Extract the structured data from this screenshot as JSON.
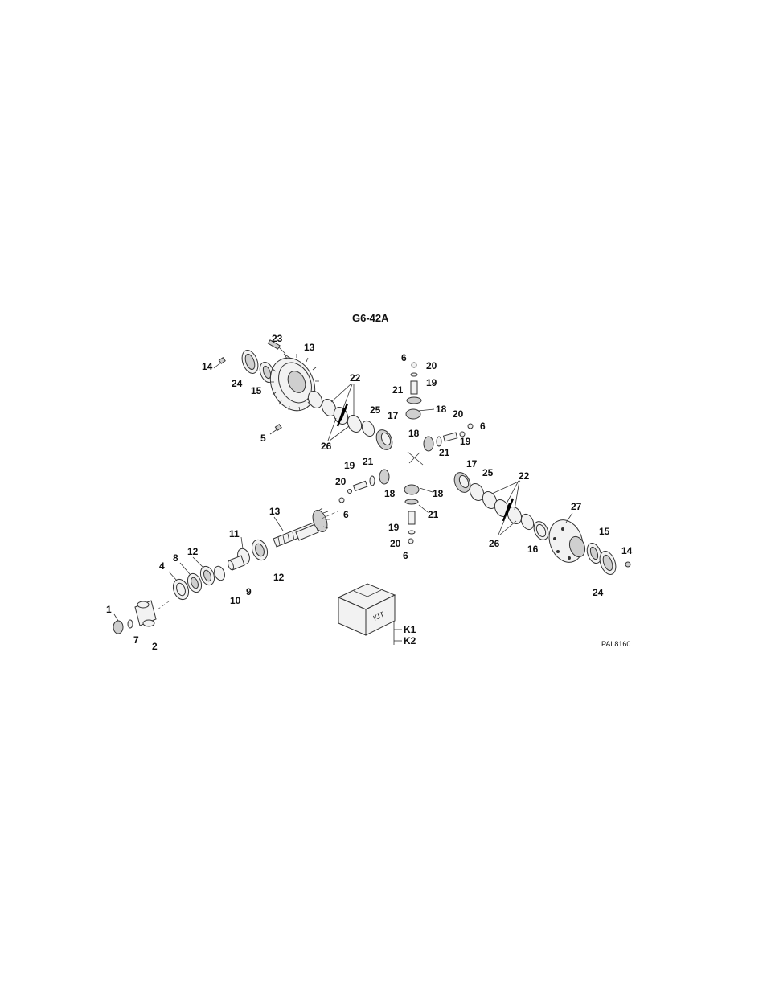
{
  "diagram": {
    "title": "G6-42A",
    "drawing_code": "PAL8160",
    "kit_box_text": "KIT",
    "kit_labels": [
      "K1",
      "K2"
    ],
    "callouts": {
      "c1": "1",
      "c2": "2",
      "c4": "4",
      "c5": "5",
      "c6a": "6",
      "c6b": "6",
      "c6c": "6",
      "c6d": "6",
      "c7": "7",
      "c8": "8",
      "c9": "9",
      "c10": "10",
      "c11": "11",
      "c12a": "12",
      "c12b": "12",
      "c13a": "13",
      "c13b": "13",
      "c14a": "14",
      "c14b": "14",
      "c15a": "15",
      "c15b": "15",
      "c16": "16",
      "c17a": "17",
      "c17b": "17",
      "c18a": "18",
      "c18b": "18",
      "c18c": "18",
      "c18d": "18",
      "c19a": "19",
      "c19b": "19",
      "c19c": "19",
      "c19d": "19",
      "c20a": "20",
      "c20b": "20",
      "c20c": "20",
      "c20d": "20",
      "c21a": "21",
      "c21b": "21",
      "c21c": "21",
      "c21d": "21",
      "c22a": "22",
      "c22b": "22",
      "c23": "23",
      "c24a": "24",
      "c24b": "24",
      "c25a": "25",
      "c25b": "25",
      "c26a": "26",
      "c26b": "26",
      "c27": "27"
    }
  }
}
